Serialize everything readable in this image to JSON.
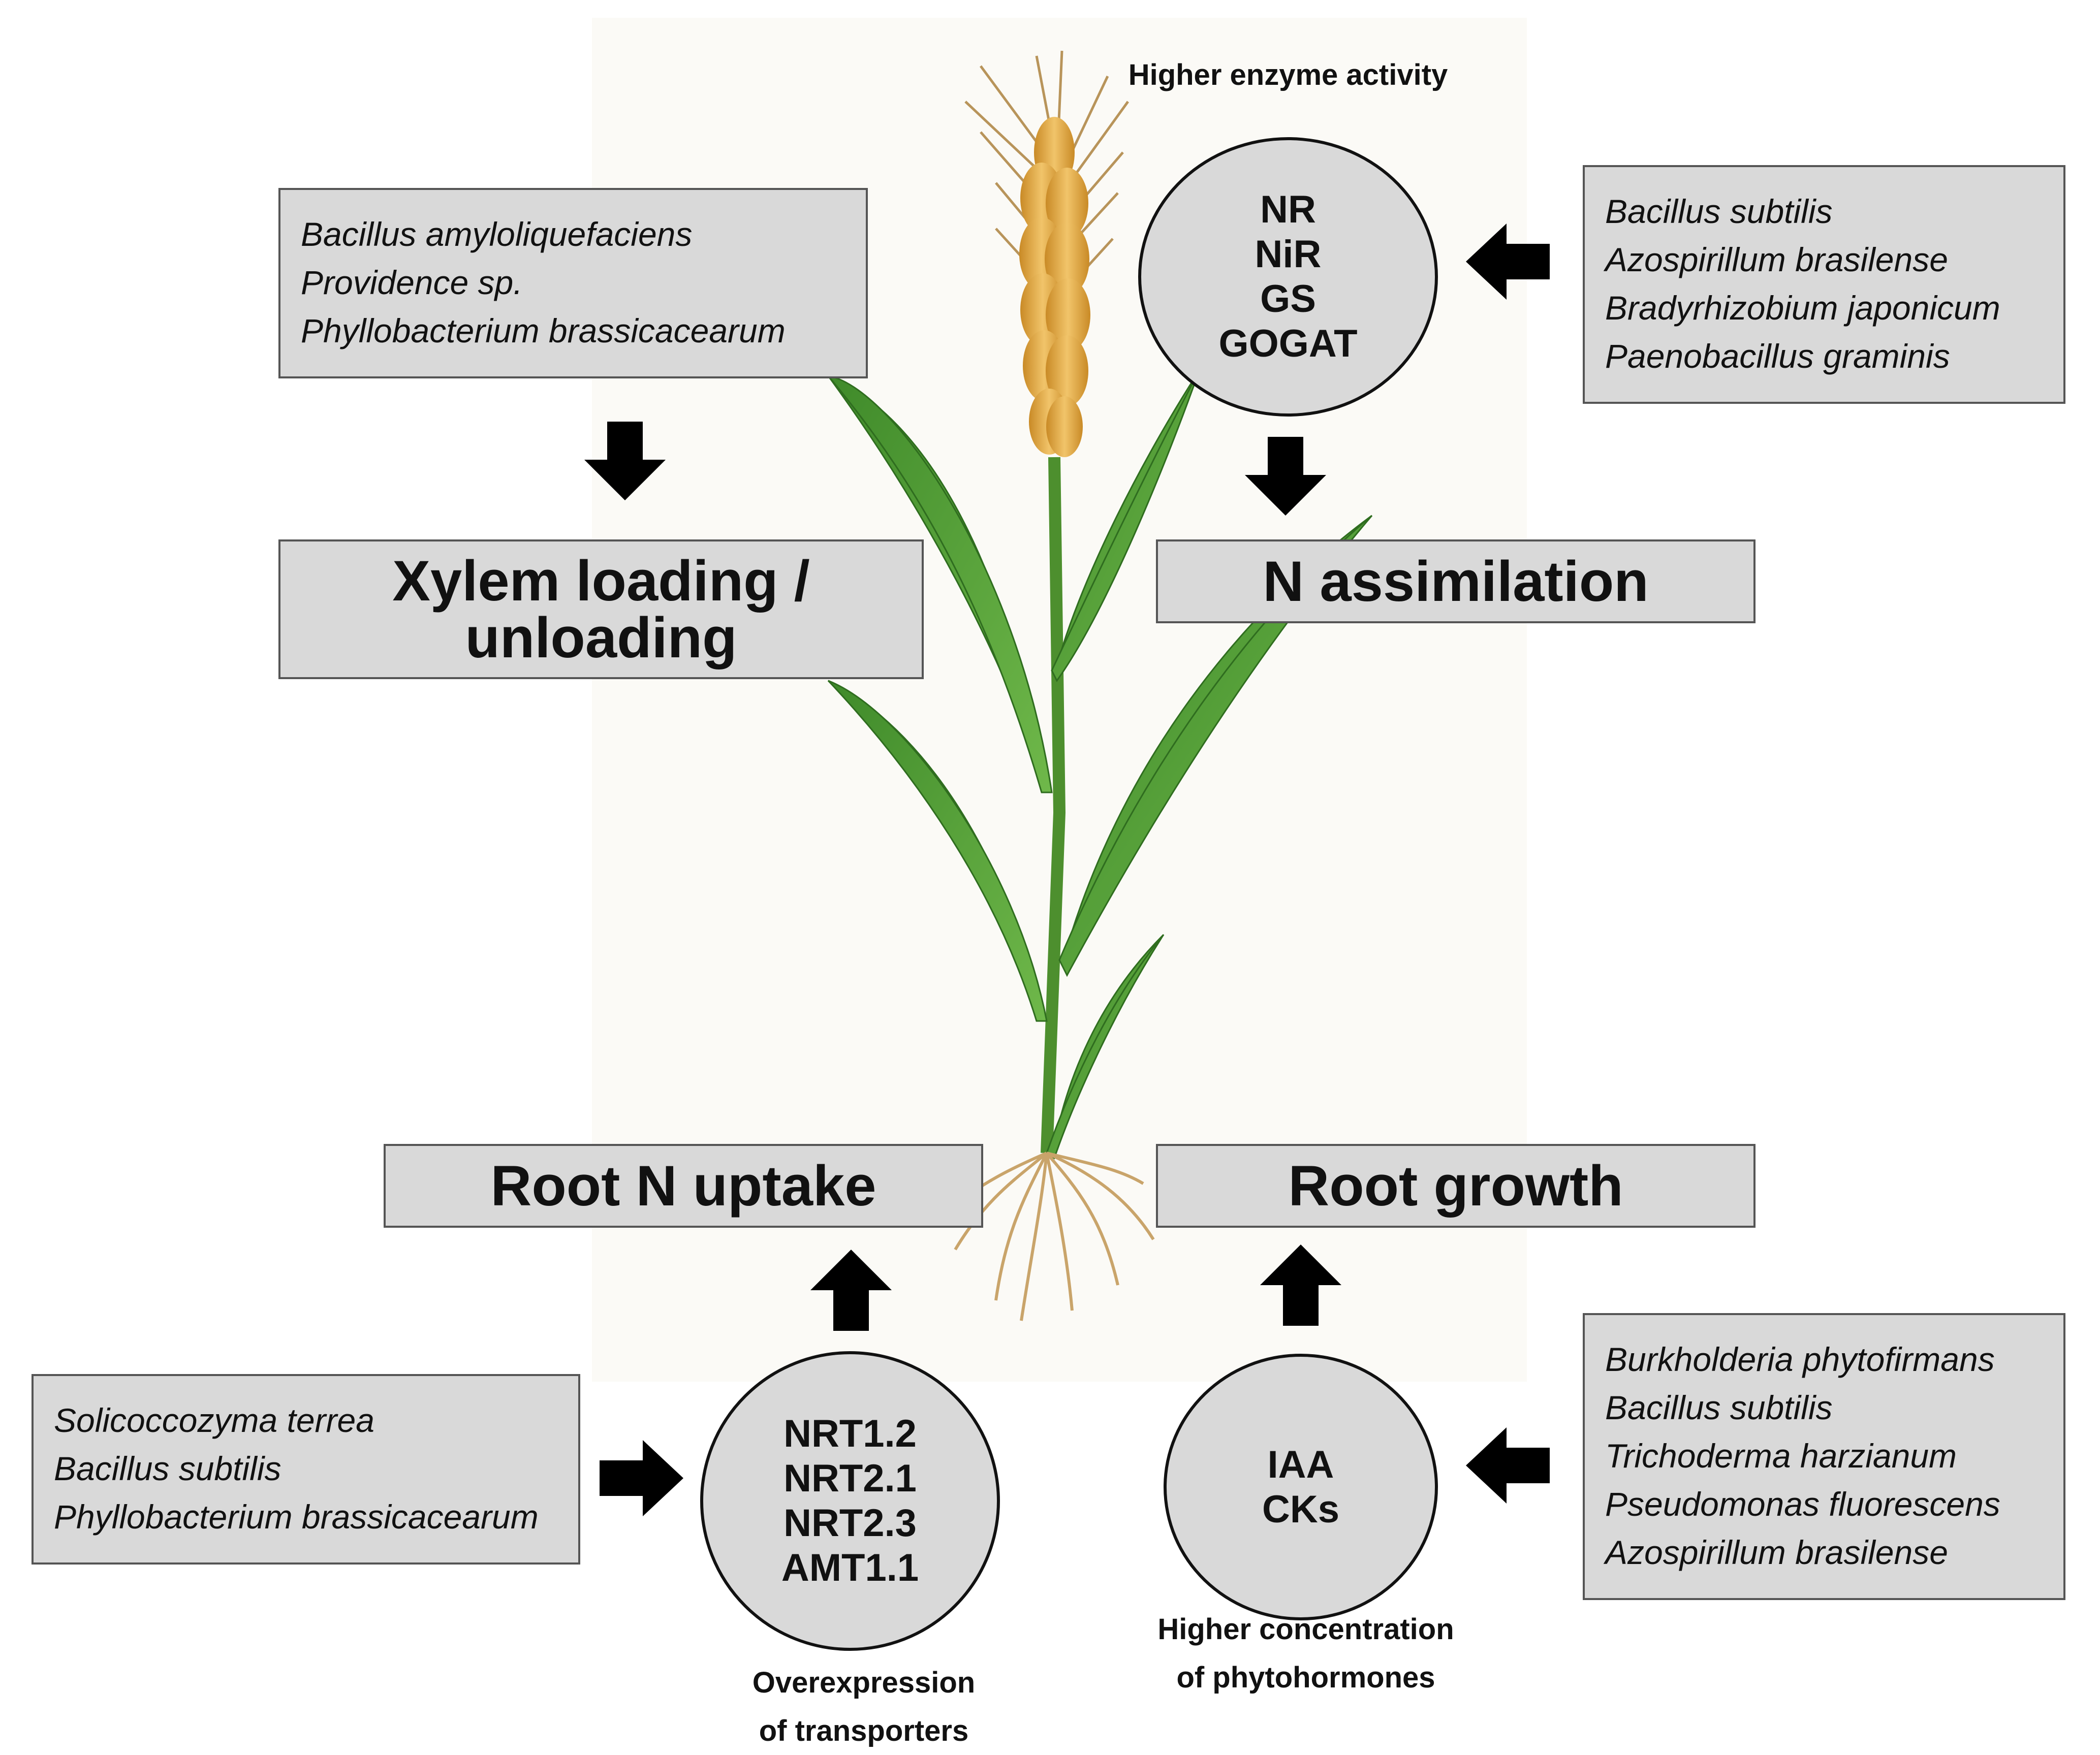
{
  "boxes": {
    "top_left_species": [
      "Bacillus amyloliquefaciens",
      "Providence sp.",
      "Phyllobacterium brassicacearum"
    ],
    "top_right_species": [
      "Bacillus subtilis",
      "Azospirillum brasilense",
      "Bradyrhizobium japonicum",
      "Paenobacillus graminis"
    ],
    "bottom_left_species": [
      "Solicoccozyma terrea",
      "Bacillus subtilis",
      "Phyllobacterium brassicacearum"
    ],
    "bottom_right_species": [
      "Burkholderia phytofirmans",
      "Bacillus subtilis",
      "Trichoderma harzianum",
      "Pseudomonas fluorescens",
      "Azospirillum brasilense"
    ]
  },
  "processes": {
    "xylem_line1": "Xylem loading /",
    "xylem_line2": "unloading",
    "n_assimilation": "N assimilation",
    "root_n_uptake": "Root N uptake",
    "root_growth": "Root growth"
  },
  "circles": {
    "enzymes": [
      "NR",
      "NiR",
      "GS",
      "GOGAT"
    ],
    "transporters": [
      "NRT1.2",
      "NRT2.1",
      "NRT2.3",
      "AMT1.1"
    ],
    "hormones": [
      "IAA",
      "CKs"
    ]
  },
  "captions": {
    "enzyme": "Higher enzyme activity",
    "transporters_line1": "Overexpression",
    "transporters_line2": "of transporters",
    "hormones_line1": "Higher concentration",
    "hormones_line2": "of phytohormones"
  },
  "colors": {
    "box_fill": "#d9d9d9",
    "leaf_green": "#4f9a34",
    "spike_gold": "#d9a13a",
    "root_tan": "#c9a46a"
  }
}
